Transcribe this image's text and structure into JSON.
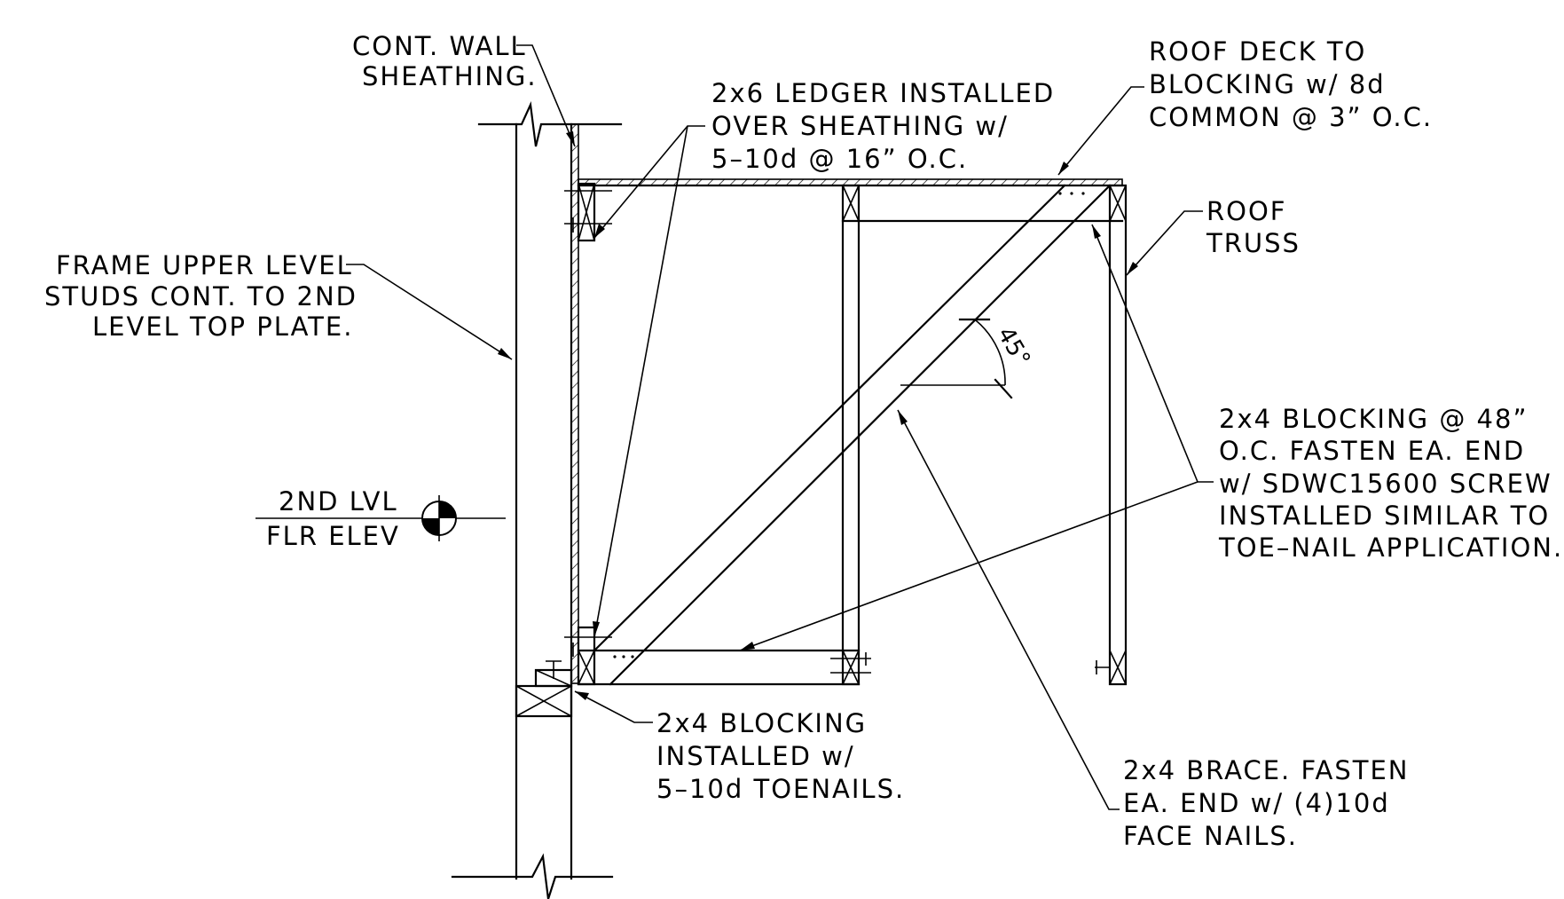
{
  "labels": {
    "wall_sheathing": [
      "CONT. WALL",
      "SHEATHING."
    ],
    "ledger": [
      "2x6 LEDGER INSTALLED",
      "OVER SHEATHING w/",
      "5–10d @ 16” O.C."
    ],
    "roof_deck": [
      "ROOF DECK TO",
      "BLOCKING w/ 8d",
      "COMMON @ 3” O.C."
    ],
    "roof_truss": [
      "ROOF",
      "TRUSS"
    ],
    "frame_studs": [
      "FRAME UPPER LEVEL",
      "STUDS CONT. TO 2ND",
      "LEVEL TOP PLATE."
    ],
    "blocking_48": [
      "2x4 BLOCKING @ 48”",
      "O.C. FASTEN EA. END",
      "w/ SDWC15600 SCREW",
      "INSTALLED SIMILAR TO",
      "TOE–NAIL APPLICATION."
    ],
    "floor_elev": [
      "2ND LVL",
      "FLR ELEV"
    ],
    "blocking_toenails": [
      "2x4 BLOCKING",
      "INSTALLED w/",
      "5–10d TOENAILS."
    ],
    "brace": [
      "2x4 BRACE. FASTEN",
      "EA. END w/ (4)10d",
      "FACE NAILS."
    ],
    "angle": "45°"
  }
}
